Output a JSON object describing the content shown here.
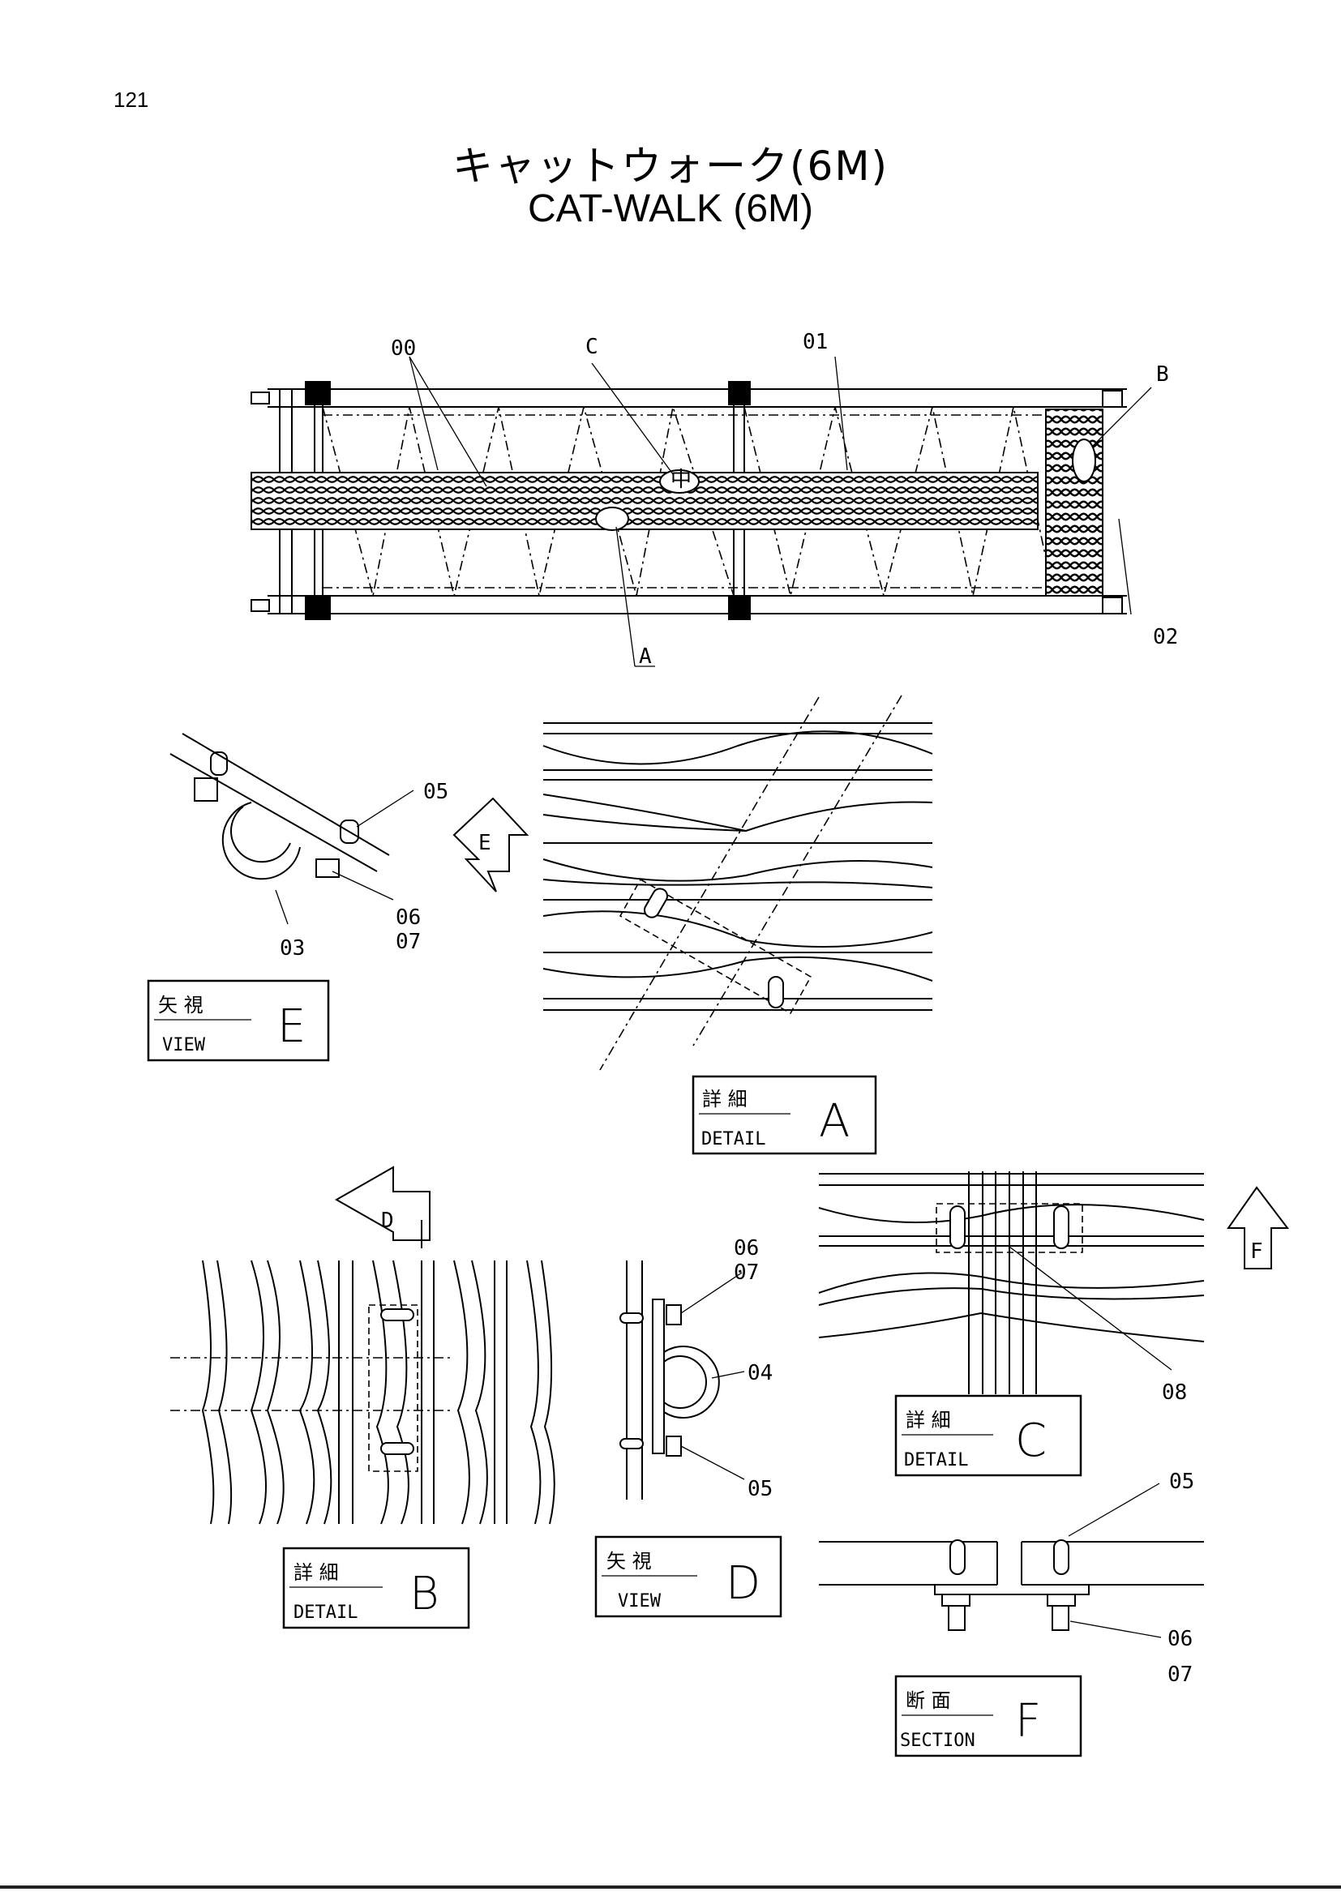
{
  "page": {
    "number": "121"
  },
  "title": {
    "jp": "キャットウォーク(6M)",
    "en": "CAT-WALK (6M)"
  },
  "main_view": {
    "callouts": {
      "p00": "00",
      "p01": "01",
      "p02": "02",
      "ref_c": "C",
      "ref_b": "B",
      "ref_a": "A"
    }
  },
  "view_e": {
    "callouts": {
      "p05": "05",
      "p06": "06",
      "p07": "07",
      "p03": "03"
    },
    "arrow_letter": "E",
    "plate": {
      "jp": "矢 視",
      "en": "VIEW",
      "letter": "E"
    }
  },
  "detail_a": {
    "plate": {
      "jp": "詳 細",
      "en": "DETAIL",
      "letter": "A"
    }
  },
  "detail_b": {
    "arrow_letter": "D",
    "plate": {
      "jp": "詳 細",
      "en": "DETAIL",
      "letter": "B"
    }
  },
  "view_d": {
    "callouts": {
      "p06": "06",
      "p07": "07",
      "p04": "04",
      "p05": "05"
    },
    "plate": {
      "jp": "矢 視",
      "en": "VIEW",
      "letter": "D"
    }
  },
  "detail_c": {
    "arrow_letter": "F",
    "callouts": {
      "p08": "08"
    },
    "plate": {
      "jp": "詳 細",
      "en": "DETAIL",
      "letter": "C"
    }
  },
  "section_f": {
    "callouts": {
      "p05": "05",
      "p06": "06",
      "p07": "07"
    },
    "plate": {
      "jp": "断 面",
      "en": "SECTION",
      "letter": "F"
    }
  }
}
